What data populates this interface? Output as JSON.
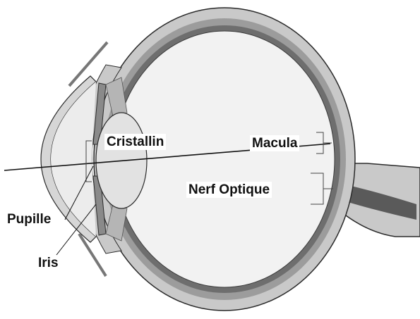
{
  "labels": {
    "cristallin": "Cristallin",
    "macula": "Macula",
    "nerf_optique": "Nerf Optique",
    "pupille": "Pupille",
    "iris": "Iris"
  },
  "colors": {
    "sclera": "#c9c9c9",
    "choroid": "#9c9c9c",
    "retina": "#6e6e6e",
    "vitreous": "#f2f2f2",
    "lens": "#e2e2e2",
    "cornea": "#d6d6d6",
    "outline": "#2a2a2a"
  }
}
